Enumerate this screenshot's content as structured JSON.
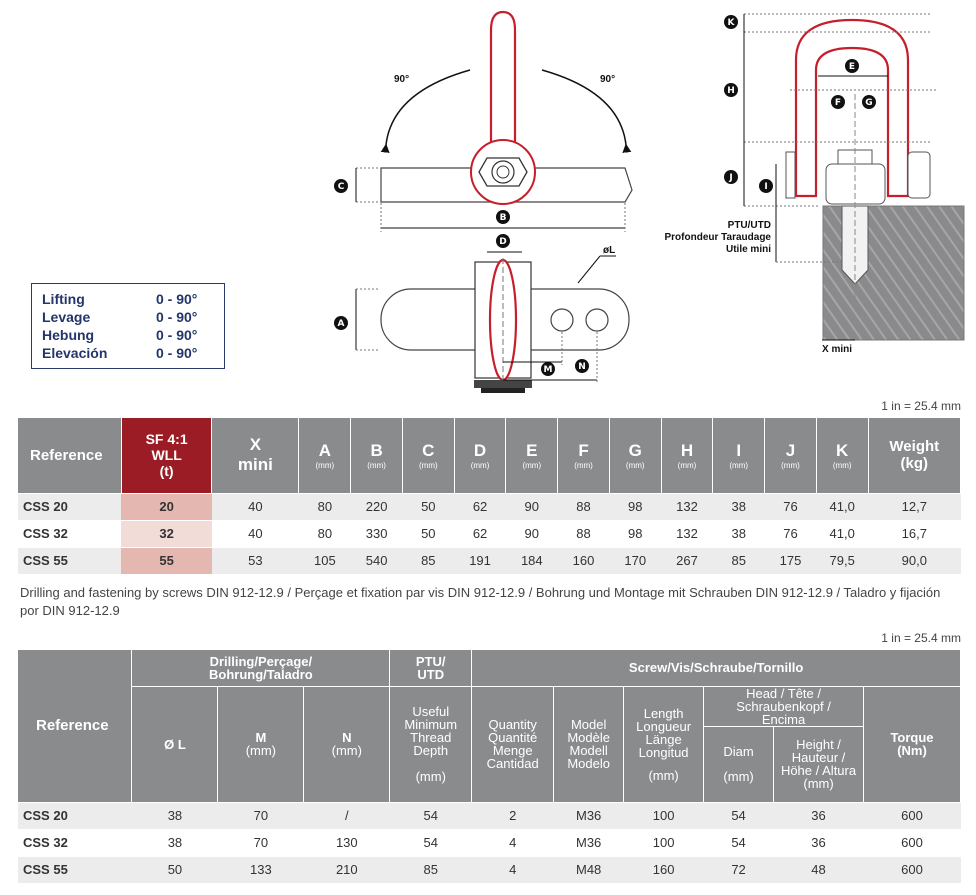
{
  "drawing": {
    "angle_left": "90°",
    "angle_right": "90°",
    "ptu_caption": [
      "PTU/UTD",
      "Profondeur Taraudage",
      "Utile mini"
    ],
    "x_mini": "X mini",
    "dia_l": "øL",
    "badges": [
      "A",
      "B",
      "C",
      "D",
      "E",
      "F",
      "G",
      "H",
      "I",
      "J",
      "K",
      "M",
      "N"
    ],
    "colors": {
      "shackle_red": "#c51f2b",
      "dark": "#111111",
      "block": "#8e8e90"
    }
  },
  "lifting": [
    {
      "label": "Lifting",
      "value": "0 - 90°"
    },
    {
      "label": "Levage",
      "value": "0 - 90°"
    },
    {
      "label": "Hebung",
      "value": "0 - 90°"
    },
    {
      "label": "Elevación",
      "value": "0 - 90°"
    }
  ],
  "unit_note_1": "1 in = 25.4 mm",
  "unit_note_2": "1 in = 25.4 mm",
  "table1": {
    "headers": {
      "reference": "Reference",
      "sf": [
        "SF 4:1",
        "WLL",
        "(t)"
      ],
      "x": [
        "X",
        "mini"
      ],
      "dims": [
        "A",
        "B",
        "C",
        "D",
        "E",
        "F",
        "G",
        "H",
        "I",
        "J",
        "K"
      ],
      "mm": "(mm)",
      "weight": [
        "Weight",
        "(kg)"
      ]
    },
    "rows": [
      {
        "ref": "CSS 20",
        "wll": "20",
        "x": "40",
        "a": "80",
        "b": "220",
        "c": "50",
        "d": "62",
        "e": "90",
        "f": "88",
        "g": "98",
        "h": "132",
        "i": "38",
        "j": "76",
        "k": "41,0",
        "w": "12,7"
      },
      {
        "ref": "CSS 32",
        "wll": "32",
        "x": "40",
        "a": "80",
        "b": "330",
        "c": "50",
        "d": "62",
        "e": "90",
        "f": "88",
        "g": "98",
        "h": "132",
        "i": "38",
        "j": "76",
        "k": "41,0",
        "w": "16,7"
      },
      {
        "ref": "CSS 55",
        "wll": "55",
        "x": "53",
        "a": "105",
        "b": "540",
        "c": "85",
        "d": "191",
        "e": "184",
        "f": "160",
        "g": "170",
        "h": "267",
        "i": "85",
        "j": "175",
        "k": "79,5",
        "w": "90,0"
      }
    ]
  },
  "note": "Drilling and fastening by screws DIN 912-12.9 / Perçage et fixation par vis DIN 912-12.9 / Bohrung und Montage mit Schrauben DIN 912-12.9 / Taladro y fijación por DIN 912-12.9",
  "table2": {
    "headers": {
      "reference": "Reference",
      "drilling": [
        "Drilling/Perçage/",
        "Bohrung/Taladro"
      ],
      "ptu": [
        "PTU/",
        "UTD"
      ],
      "screw": "Screw/Vis/Schraube/Tornillo",
      "ol": "Ø L",
      "m": [
        "M",
        "(mm)"
      ],
      "n": [
        "N",
        "(mm)"
      ],
      "useful": [
        "Useful",
        "Minimum",
        "Thread",
        "Depth",
        "(mm)"
      ],
      "quantity": [
        "Quantity",
        "Quantité",
        "Menge",
        "Cantidad"
      ],
      "model": [
        "Model",
        "Modèle",
        "Modell",
        "Modelo"
      ],
      "length": [
        "Length",
        "Longueur",
        "Länge",
        "Longitud",
        "(mm)"
      ],
      "head": [
        "Head / Tête /",
        "Schraubenkopf /",
        "Encima"
      ],
      "diam": [
        "Diam",
        "(mm)"
      ],
      "height": [
        "Height /",
        "Hauteur /",
        "Höhe / Altura",
        "(mm)"
      ],
      "torque": [
        "Torque",
        "(Nm)"
      ]
    },
    "rows": [
      {
        "ref": "CSS 20",
        "ol": "38",
        "m": "70",
        "n": "/",
        "ptu": "54",
        "qty": "2",
        "model": "M36",
        "len": "100",
        "diam": "54",
        "height": "36",
        "torque": "600"
      },
      {
        "ref": "CSS 32",
        "ol": "38",
        "m": "70",
        "n": "130",
        "ptu": "54",
        "qty": "4",
        "model": "M36",
        "len": "100",
        "diam": "54",
        "height": "36",
        "torque": "600"
      },
      {
        "ref": "CSS 55",
        "ol": "50",
        "m": "133",
        "n": "210",
        "ptu": "85",
        "qty": "4",
        "model": "M48",
        "len": "160",
        "diam": "72",
        "height": "48",
        "torque": "600"
      }
    ]
  }
}
